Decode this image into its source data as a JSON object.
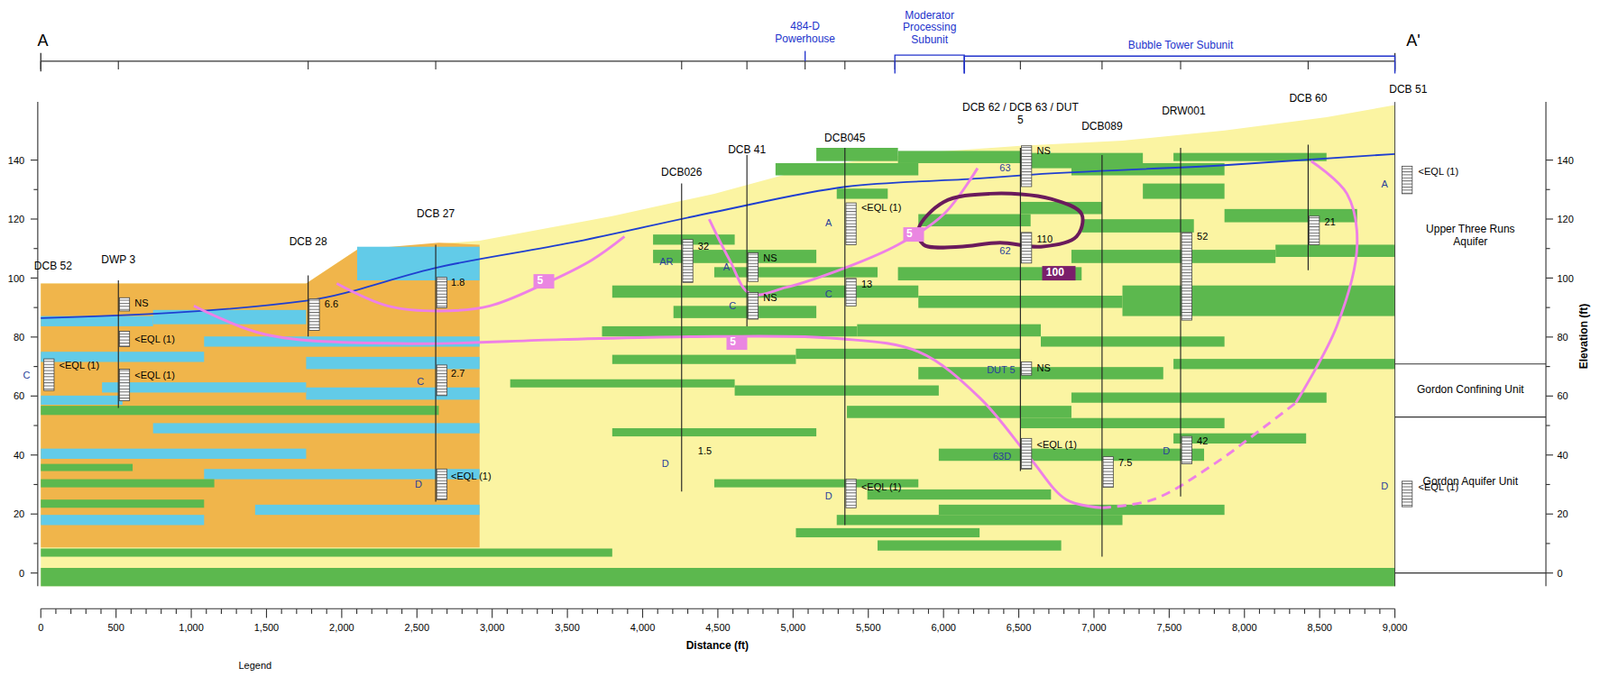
{
  "diagram": {
    "nodes": [
      {
        "text": [
          "5"
        ]
      },
      {
        "text": [
          "5"
        ]
      },
      {
        "text": [
          "5"
        ]
      },
      {
        "text": [
          "100"
        ]
      }
    ],
    "labels": [
      "A",
      "A'",
      "484-D Powerhouse",
      "Moderator Processing Subunit",
      "Bubble Tower Subunit",
      "DCB 52",
      "DWP 3",
      "DCB 28",
      "DCB 27",
      "DCB026",
      "DCB 41",
      "DCB045",
      "DCB 62 / DCB 63 / DUT 5",
      "DCB089",
      "DRW001",
      "DCB 60",
      "DCB 51",
      "<EQL (1)",
      "C",
      "NS",
      "<EQL (1)",
      "<EQL (1)",
      "6.6",
      "1.8",
      "2.7",
      "C",
      "<EQL (1)",
      "D",
      "32",
      "AR",
      "1.5",
      "D",
      "NS",
      "A",
      "NS",
      "C",
      "<EQL (1)",
      "A",
      "13",
      "C",
      "<EQL (1)",
      "D",
      "NS",
      "63",
      "110",
      "62",
      "DUT 5",
      "NS",
      "<EQL (1)",
      "63D",
      "7.5",
      "52",
      "42",
      "D",
      "21",
      "<EQL (1)",
      "A",
      "<EQL (1)",
      "D",
      "Upper Three Runs Aquifer",
      "Gordon Confining Unit",
      "Gordon Aquifer Unit",
      "0",
      "20",
      "40",
      "60",
      "80",
      "100",
      "120",
      "140",
      "0",
      "20",
      "40",
      "60",
      "80",
      "100",
      "120",
      "140",
      "0",
      "500",
      "1,000",
      "1,500",
      "2,000",
      "2,500",
      "3,000",
      "3,500",
      "4,000",
      "4,500",
      "5,000",
      "5,500",
      "6,000",
      "6,500",
      "7,000",
      "7,500",
      "8,000",
      "8,500",
      "9,000",
      "Distance (ft)",
      "Elevation (ft)",
      "Legend"
    ]
  }
}
